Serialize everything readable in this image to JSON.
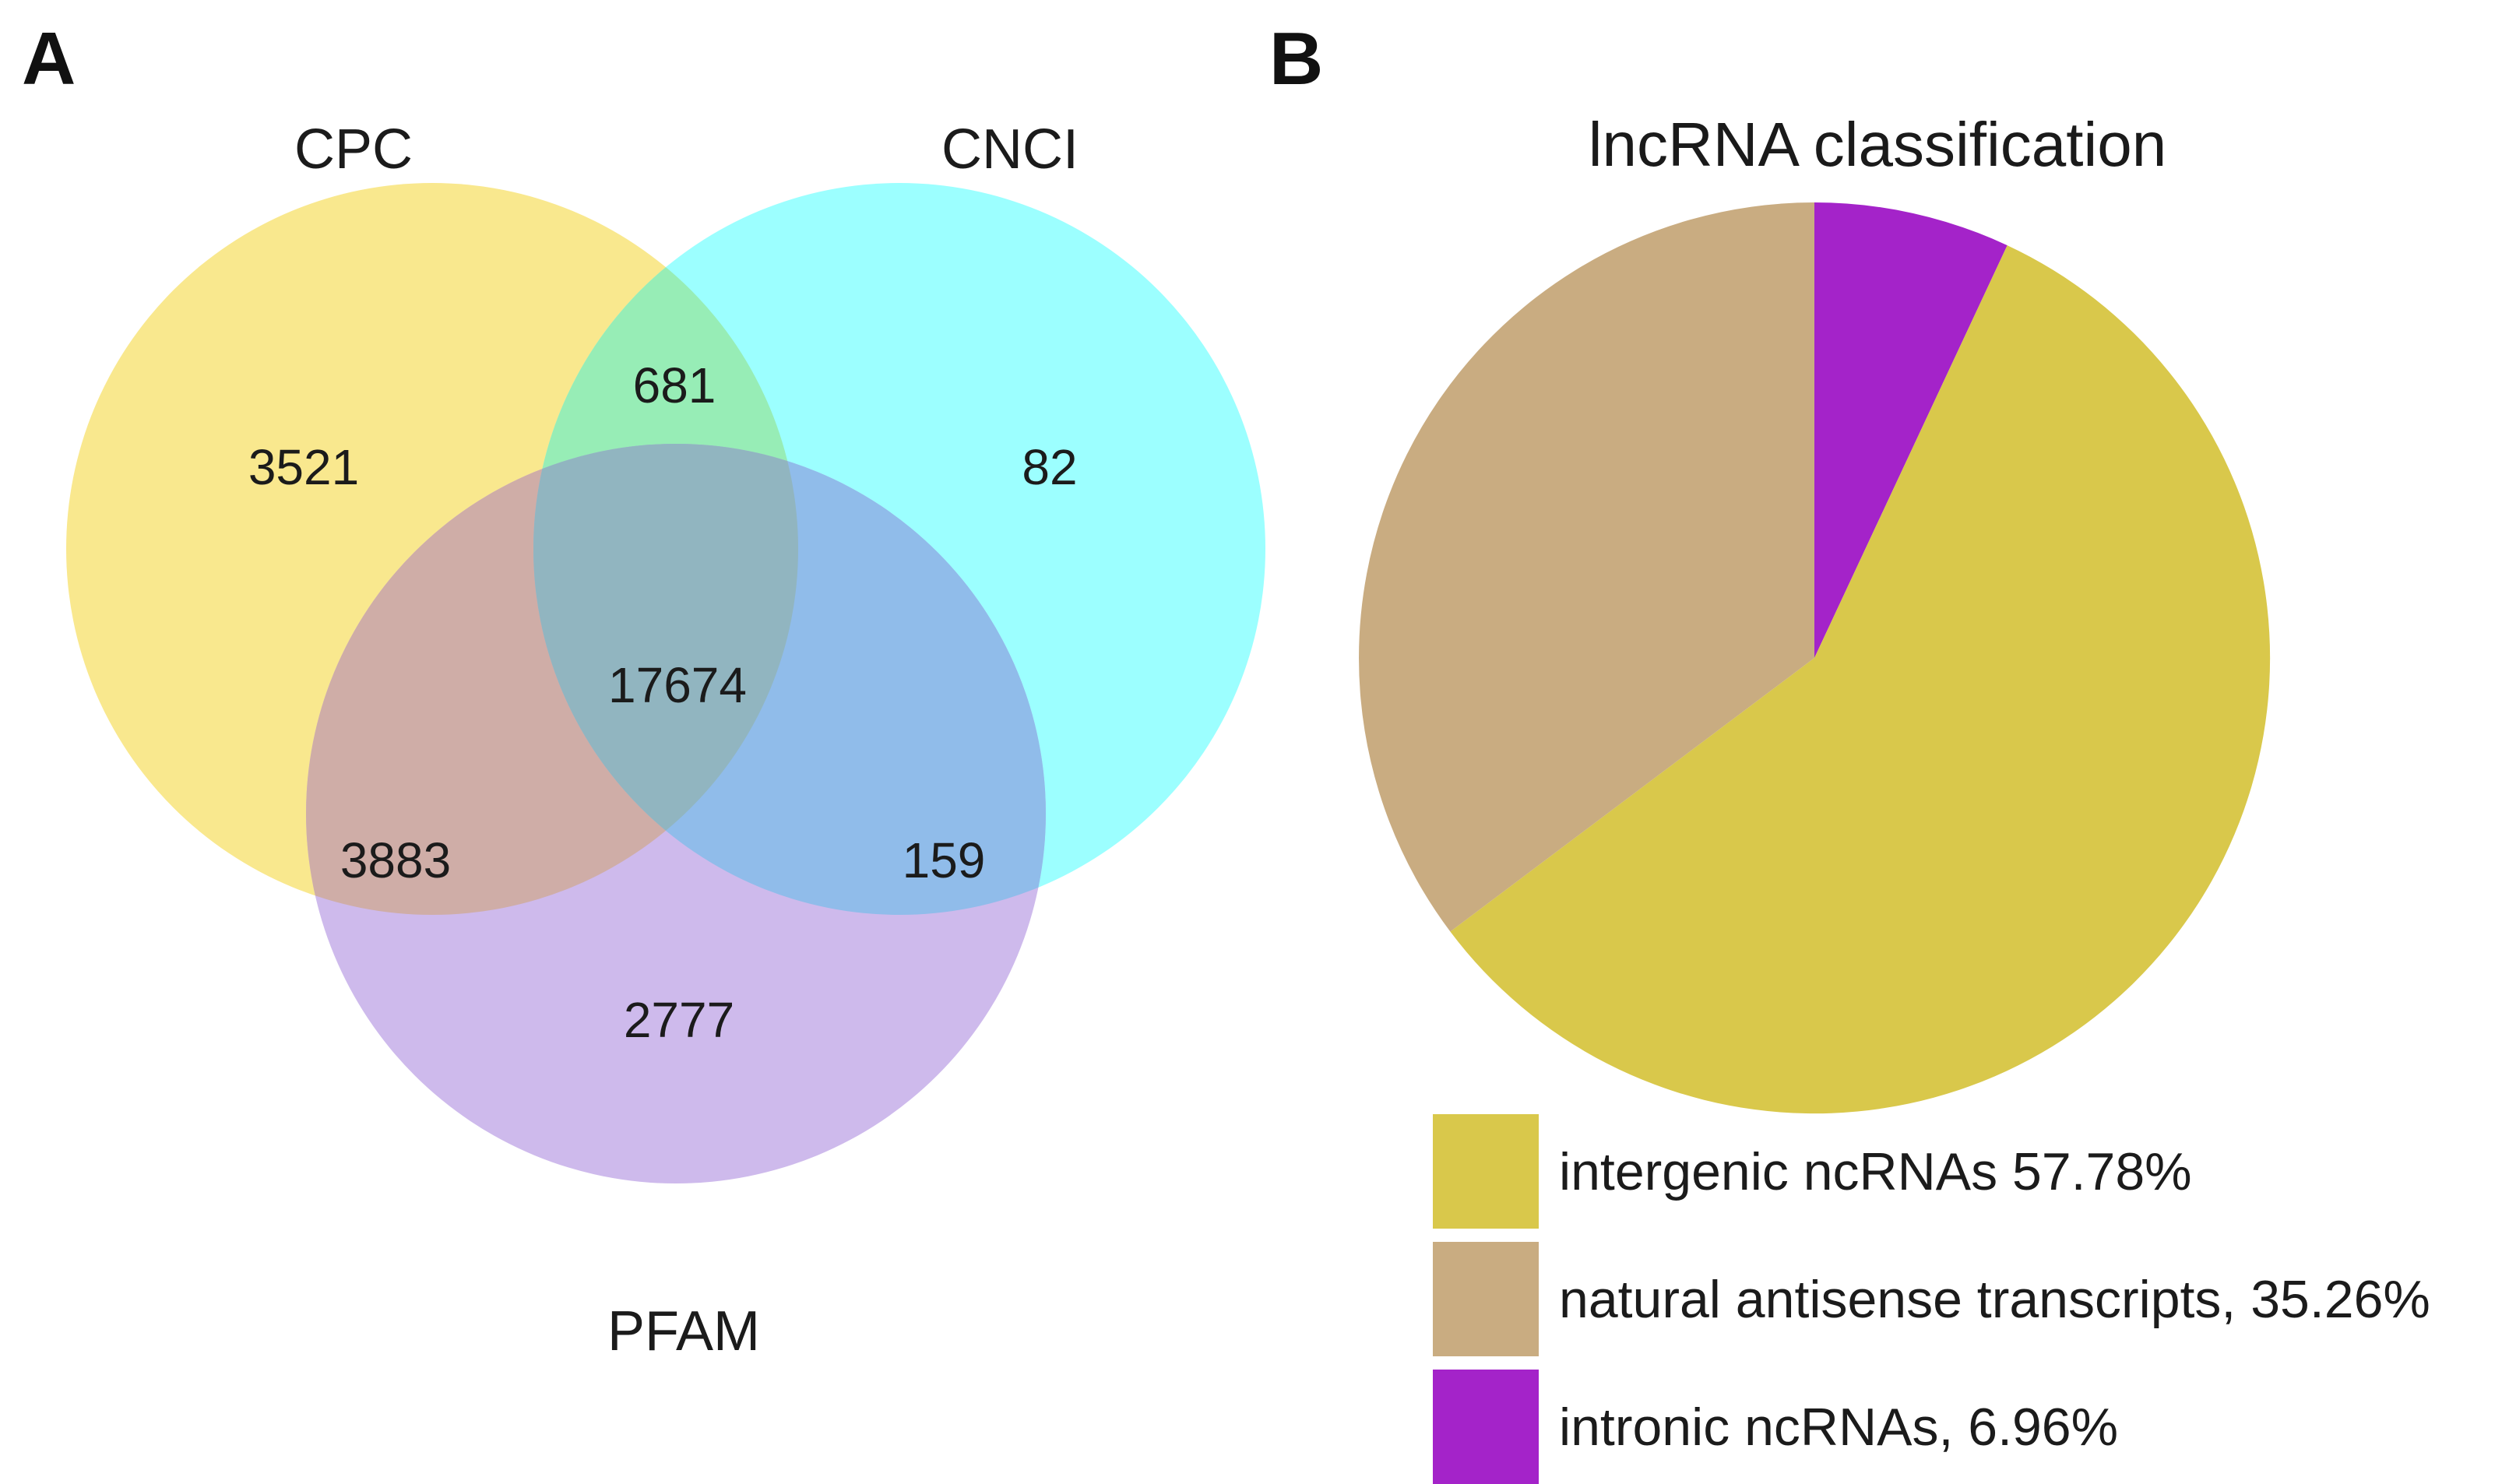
{
  "figure": {
    "panels": [
      {
        "label": "A"
      },
      {
        "label": "B"
      }
    ]
  },
  "chart_data": [
    {
      "type": "venn",
      "title": "",
      "sets": [
        "CPC",
        "CNCI",
        "PFAM"
      ],
      "regions": [
        {
          "sets": [
            "CPC"
          ],
          "value": 3521
        },
        {
          "sets": [
            "CNCI"
          ],
          "value": 82
        },
        {
          "sets": [
            "PFAM"
          ],
          "value": 2777
        },
        {
          "sets": [
            "CPC",
            "CNCI"
          ],
          "value": 681
        },
        {
          "sets": [
            "CPC",
            "PFAM"
          ],
          "value": 3883
        },
        {
          "sets": [
            "CNCI",
            "PFAM"
          ],
          "value": 159
        },
        {
          "sets": [
            "CPC",
            "CNCI",
            "PFAM"
          ],
          "value": 17674
        }
      ],
      "colors": {
        "cpc": "#F9E88E",
        "cnci": "#9CFFFF",
        "pfam": "#CEBAEC",
        "cpc_cnci": "#97EDB6",
        "cpc_pfam": "#CFADA7",
        "cnci_pfam": "#90BCEA",
        "all": "#91B5C0"
      }
    },
    {
      "type": "pie",
      "title": "lncRNA classification",
      "slices": [
        {
          "name": "intergenic ncRNAs",
          "label": "intergenic ncRNAs 57.78%",
          "value": 57.78,
          "color": "#D9C84B"
        },
        {
          "name": "natural antisense transcripts",
          "label": "natural antisense transcripts, 35.26%",
          "value": 35.26,
          "color": "#C9AC81"
        },
        {
          "name": "intronic ncRNAs",
          "label": "intronic ncRNAs, 6.96%",
          "value": 6.96,
          "color": "#A423C9"
        }
      ],
      "layout": {
        "legend_position": "bottom-left",
        "start": "intronic slice begins at 12 o'clock; clockwise order: intronic, intergenic, natural antisense",
        "grid": false
      }
    }
  ]
}
